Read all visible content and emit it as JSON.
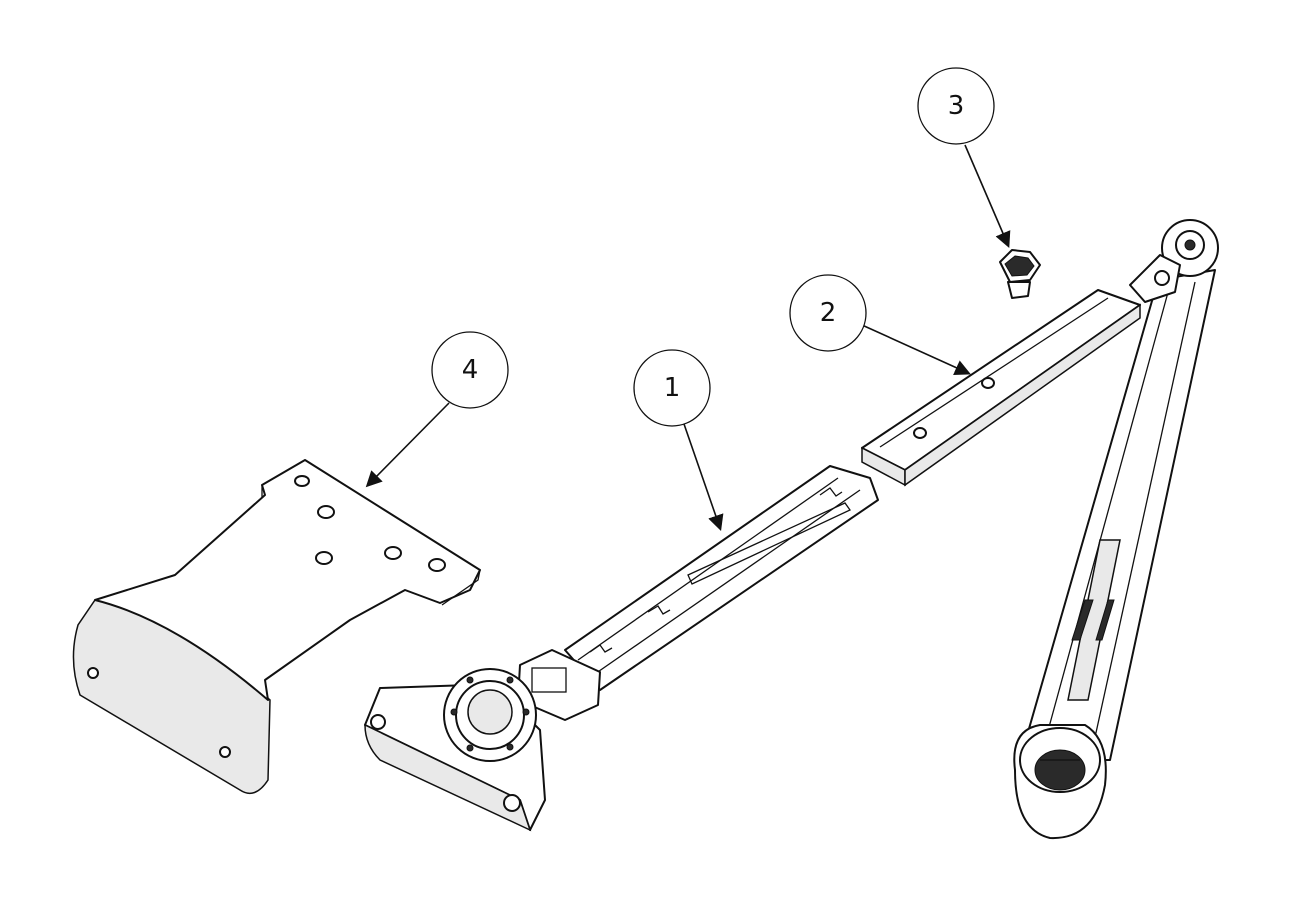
{
  "callouts": [
    {
      "id": "4",
      "label": "4"
    },
    {
      "id": "1",
      "label": "1"
    },
    {
      "id": "2",
      "label": "2"
    },
    {
      "id": "3",
      "label": "3"
    }
  ],
  "colors": {
    "line": "#111111",
    "background": "#ffffff",
    "shade": "#e9e9e9"
  }
}
